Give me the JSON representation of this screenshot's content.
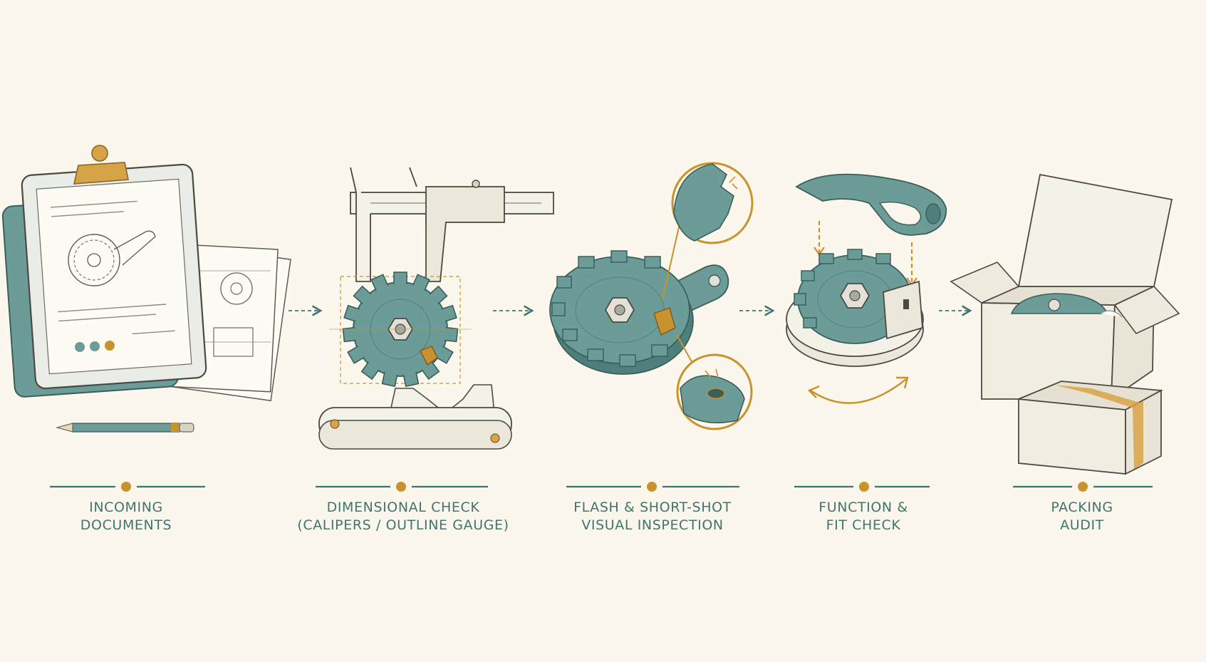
{
  "steps": [
    {
      "lines": [
        "INCOMING",
        "DOCUMENTS"
      ],
      "icon": "clipboard-drawings-icon"
    },
    {
      "lines": [
        "DIMENSIONAL CHECK",
        "(CALIPERS / OUTLINE GAUGE)"
      ],
      "icon": "caliper-gear-icon"
    },
    {
      "lines": [
        "FLASH & SHORT-SHOT",
        "VISUAL INSPECTION"
      ],
      "icon": "magnified-gear-defect-icon"
    },
    {
      "lines": [
        "FUNCTION &",
        "FIT CHECK"
      ],
      "icon": "gear-fit-assembly-icon"
    },
    {
      "lines": [
        "PACKING",
        "AUDIT"
      ],
      "icon": "packing-box-icon"
    }
  ],
  "colors": {
    "background": "#fbf7ec",
    "teal": "#6b9c98",
    "teal_dark": "#3f7470",
    "gold": "#c9922c",
    "ink": "#4a4a44"
  }
}
